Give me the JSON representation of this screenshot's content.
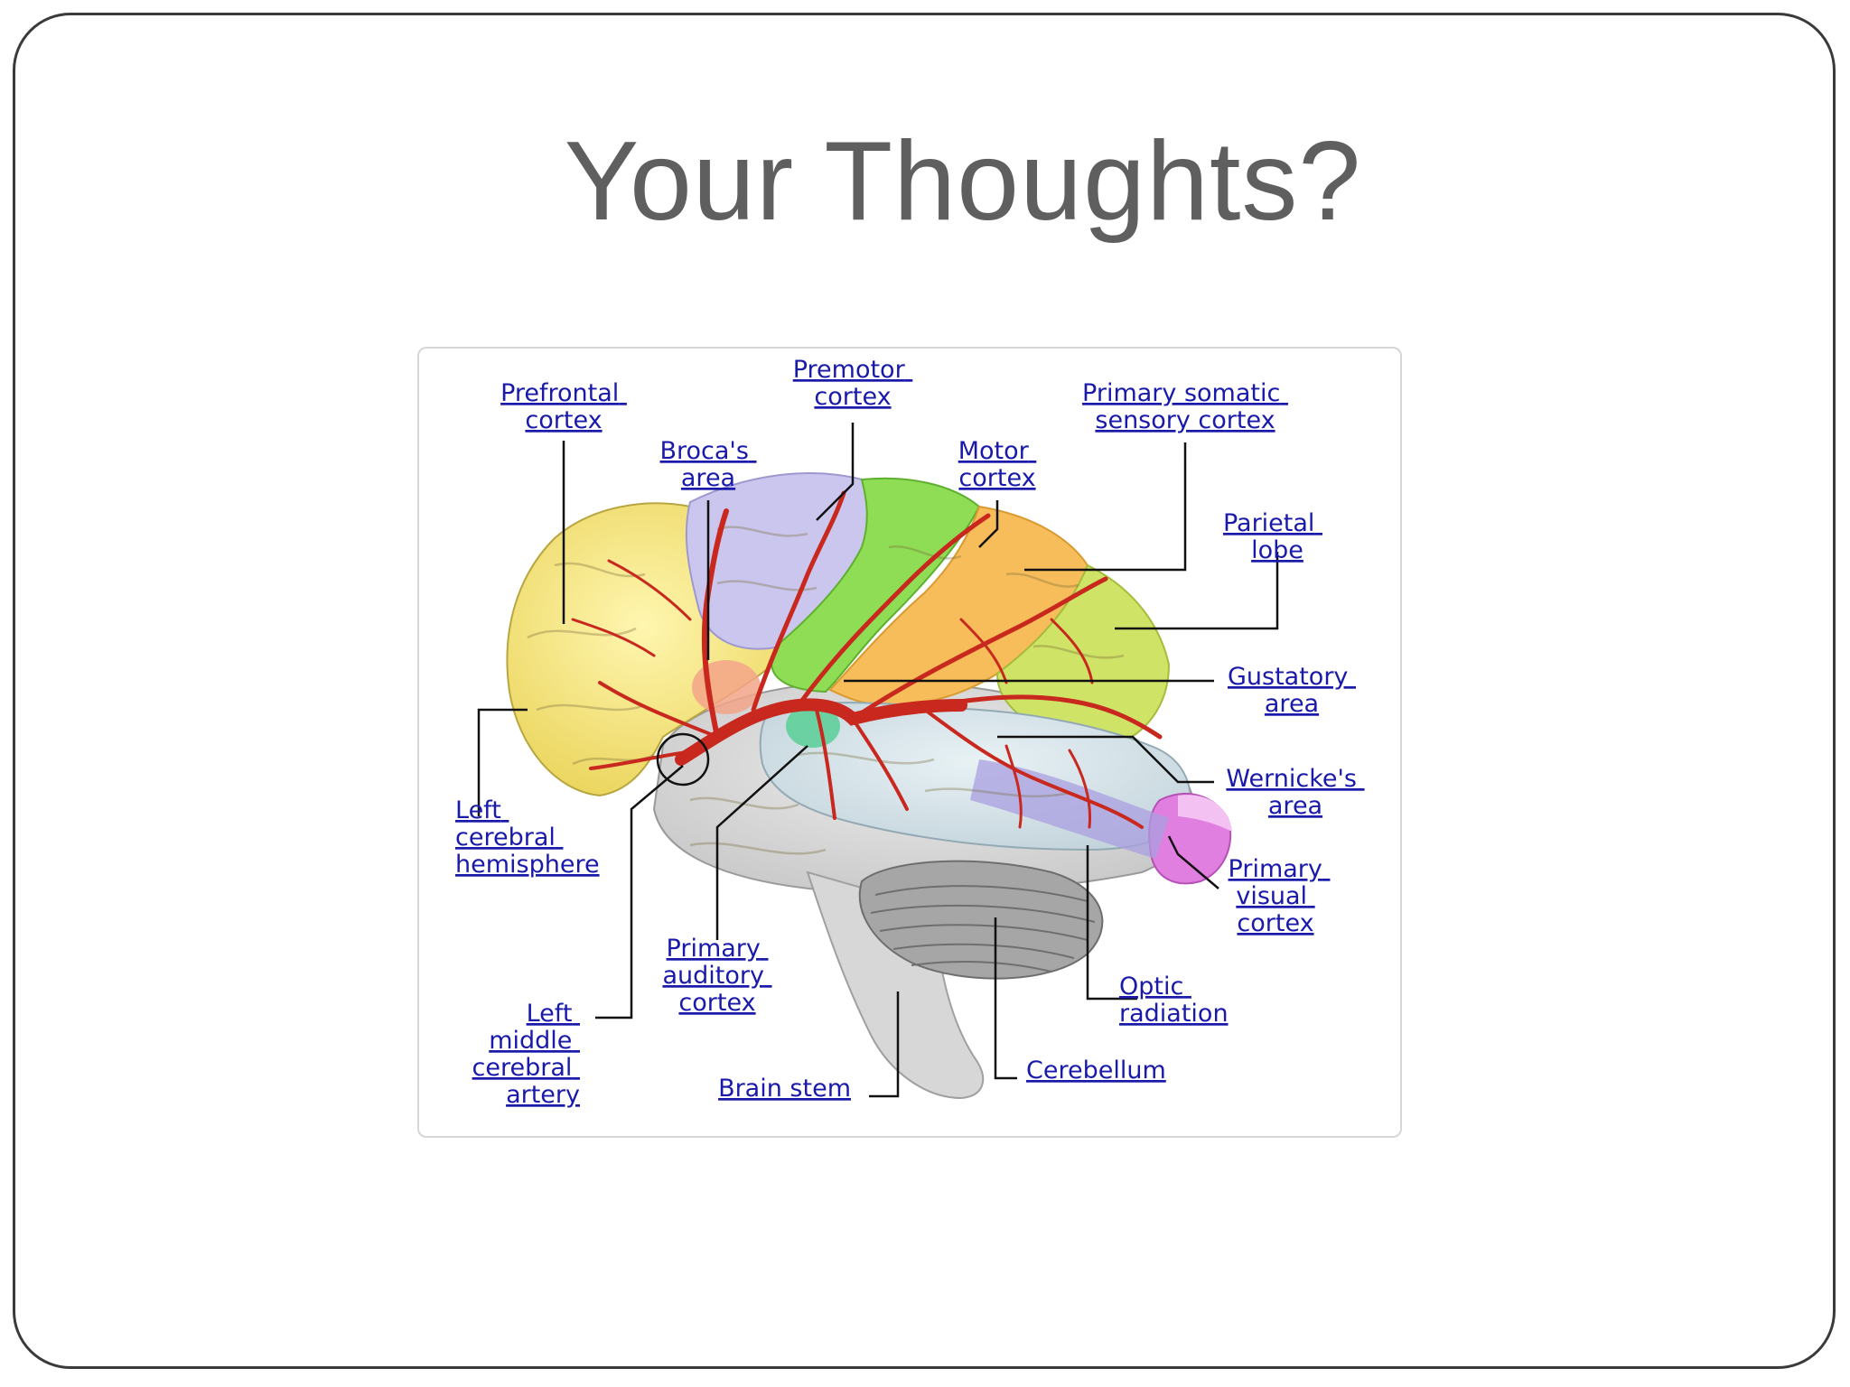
{
  "slide": {
    "title": "Your Thoughts?"
  },
  "diagram": {
    "labels": {
      "prefrontal_cortex": [
        "Prefrontal",
        "cortex"
      ],
      "premotor_cortex": [
        "Premotor",
        "cortex"
      ],
      "brocas_area": [
        "Broca's",
        "area"
      ],
      "motor_cortex": [
        "Motor",
        "cortex"
      ],
      "primary_somatic_sensory_cortex": [
        "Primary somatic",
        "sensory cortex"
      ],
      "parietal_lobe": [
        "Parietal",
        "lobe"
      ],
      "gustatory_area": [
        "Gustatory",
        "area"
      ],
      "wernickes_area": [
        "Wernicke's",
        "area"
      ],
      "primary_visual_cortex": [
        "Primary",
        "visual",
        "cortex"
      ],
      "left_cerebral_hemisphere": [
        "Left",
        "cerebral",
        "hemisphere"
      ],
      "primary_auditory_cortex": [
        "Primary",
        "auditory",
        "cortex"
      ],
      "optic_radiation": [
        "Optic",
        "radiation"
      ],
      "left_middle_cerebral_artery": [
        "Left",
        "middle",
        "cerebral",
        "artery"
      ],
      "brain_stem": [
        "Brain stem"
      ],
      "cerebellum": [
        "Cerebellum"
      ]
    },
    "colors": {
      "frontal_lobe": "#f2ec8a",
      "premotor": "#c9c4ec",
      "motor": "#8fdc55",
      "sensory": "#f6bd5a",
      "parietal": "#c9e662",
      "temporal": "#cfdfe6",
      "brocas": "#f3a58a",
      "auditory": "#5fcf9a",
      "visual": "#e07fe0",
      "optic_radiation": "#a99fe0",
      "cerebellum": "#9b9b9b",
      "brain_stem": "#d4d4d4",
      "artery": "#c8281e",
      "label_text": "#1a1aaa"
    }
  }
}
